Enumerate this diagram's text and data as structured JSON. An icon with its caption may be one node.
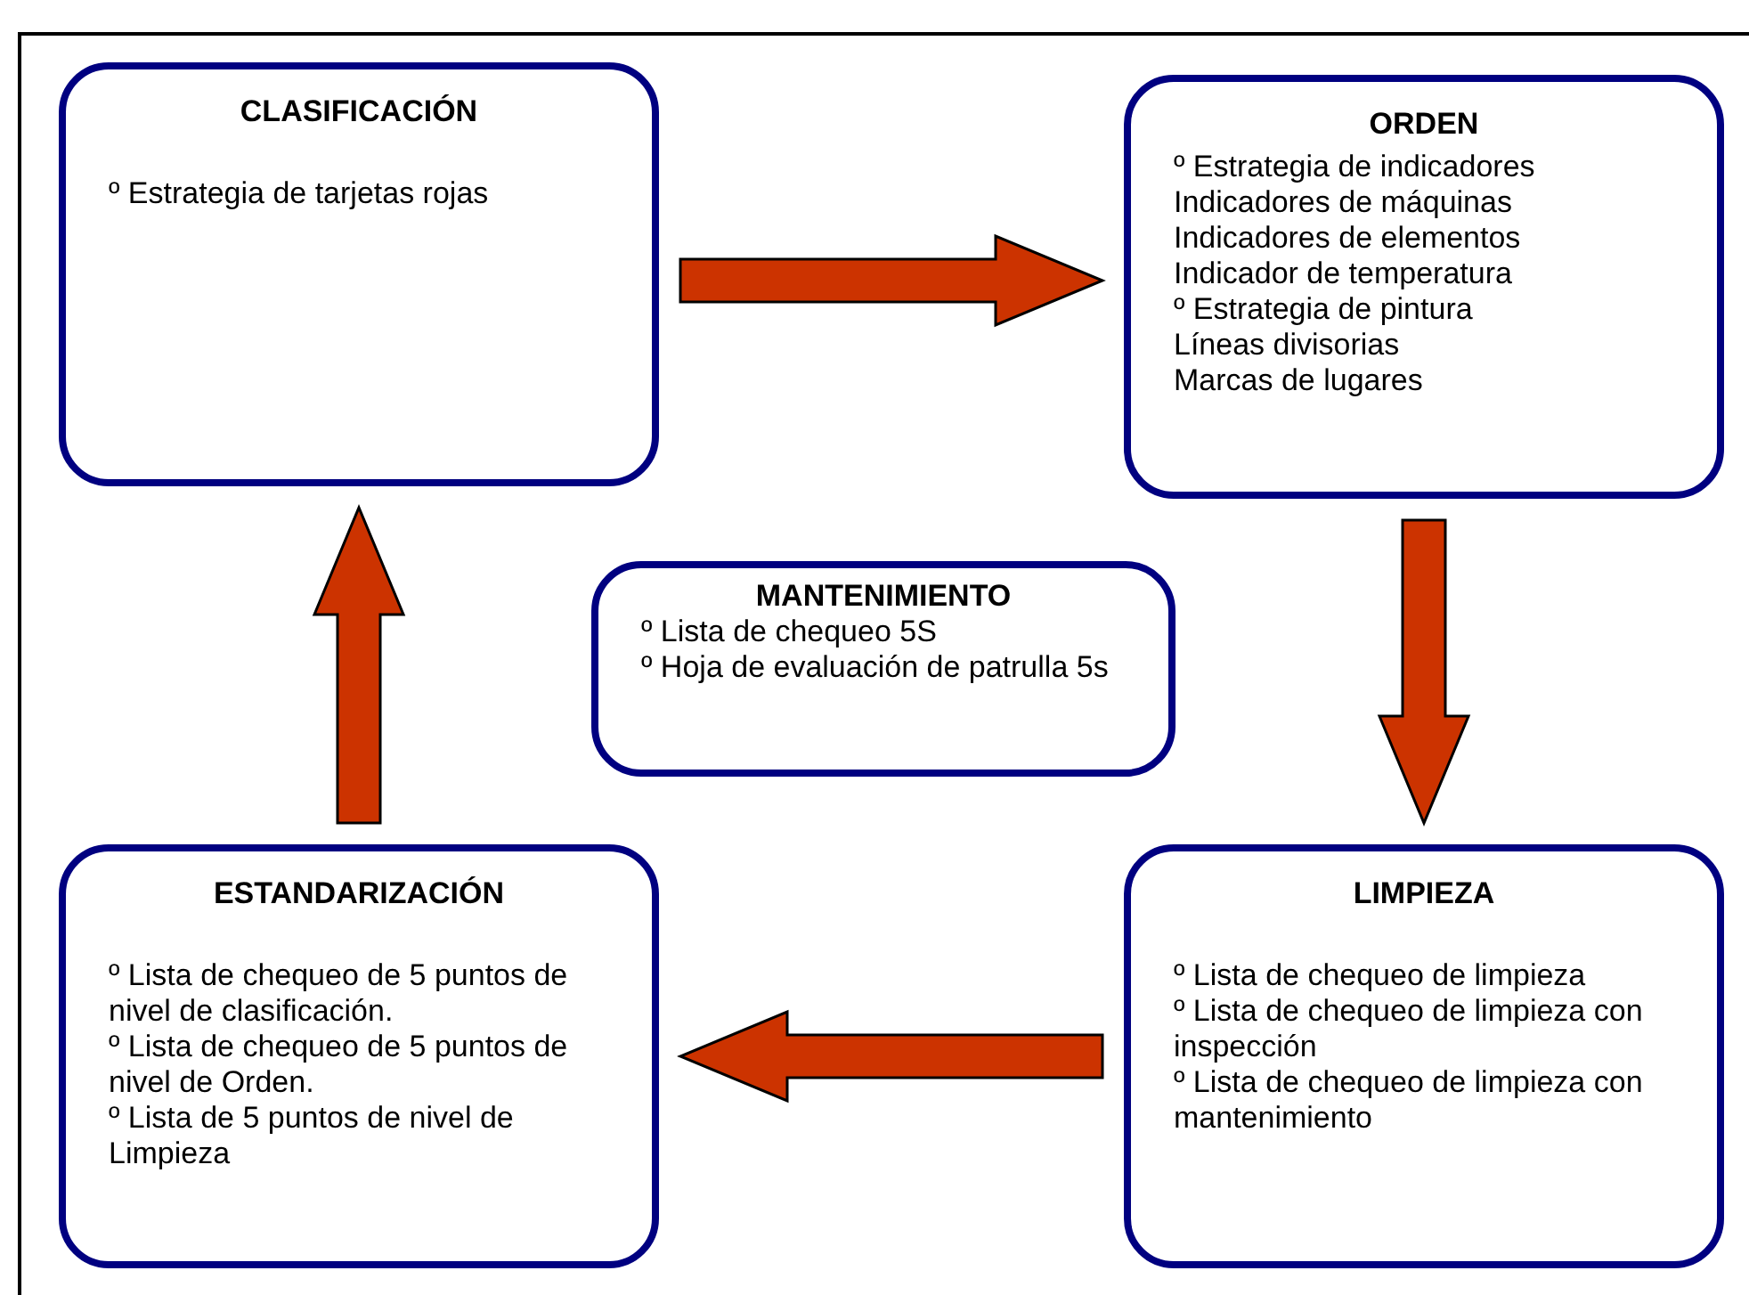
{
  "diagram": {
    "nodes": [
      {
        "text": [
          "CLASIFICACIÓN",
          "º Estrategia de tarjetas rojas"
        ]
      },
      {
        "text": [
          "ORDEN",
          "º Estrategia de indicadores",
          "Indicadores de  máquinas",
          "Indicadores de elementos",
          "Indicador de temperatura",
          "º Estrategia de pintura",
          "Líneas divisorias",
          "Marcas de lugares"
        ]
      },
      {
        "text": [
          "MANTENIMIENTO",
          "º Lista de chequeo 5S",
          "º Hoja de evaluación de patrulla 5s"
        ]
      },
      {
        "text": [
          "ESTANDARIZACIÓN",
          "º Lista de chequeo de 5 puntos de nivel de clasificación.",
          "º Lista de chequeo de 5 puntos de nivel de Orden.",
          "º Lista de 5 puntos de nivel de Limpieza"
        ]
      },
      {
        "text": [
          "LIMPIEZA",
          "º Lista de chequeo de limpieza",
          "º Lista de chequeo de limpieza con inspección",
          "º Lista de chequeo de limpieza con mantenimiento"
        ]
      }
    ],
    "edges": [
      {
        "from": 0,
        "to": 1,
        "arrow": "to"
      },
      {
        "from": 1,
        "to": 4,
        "arrow": "to"
      },
      {
        "from": 4,
        "to": 3,
        "arrow": "to"
      },
      {
        "from": 3,
        "to": 0,
        "arrow": "to"
      }
    ]
  }
}
